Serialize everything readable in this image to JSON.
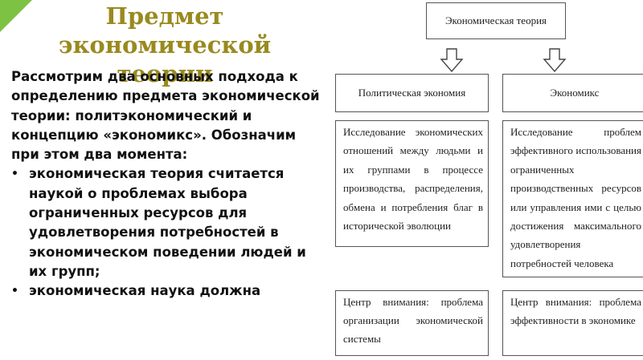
{
  "slide": {
    "title_lines": [
      "Предмет",
      "экономической",
      "теории"
    ],
    "intro": "Рассмотрим два основных подхода к определению предмета экономической теории: политэкономический и концепцию «экономикс». Обозначим при этом два момента:",
    "bullets": [
      "экономическая теория считается наукой о проблемах выбора ограниченных ресурсов для удовлетворения потребностей в экономическом поведении людей и их групп;",
      "экономическая наука должна"
    ]
  },
  "diagram": {
    "top": "Экономическая теория",
    "left_head": "Политическая экономия",
    "right_head": "Экономикс",
    "left_desc": "Исследование экономических отношений между людьми и их группами в процессе производства, распределения, обмена и потребления благ в исторической эволюции",
    "right_desc": "Исследование проблем эффективного использования ограниченных производственных ресурсов или управления ими с целью достижения максимального удовлетворения потребностей человека",
    "left_focus": "Центр внимания: проблема организации экономической системы",
    "right_focus": "Центр внимания: проблема эффективности в экономике"
  }
}
